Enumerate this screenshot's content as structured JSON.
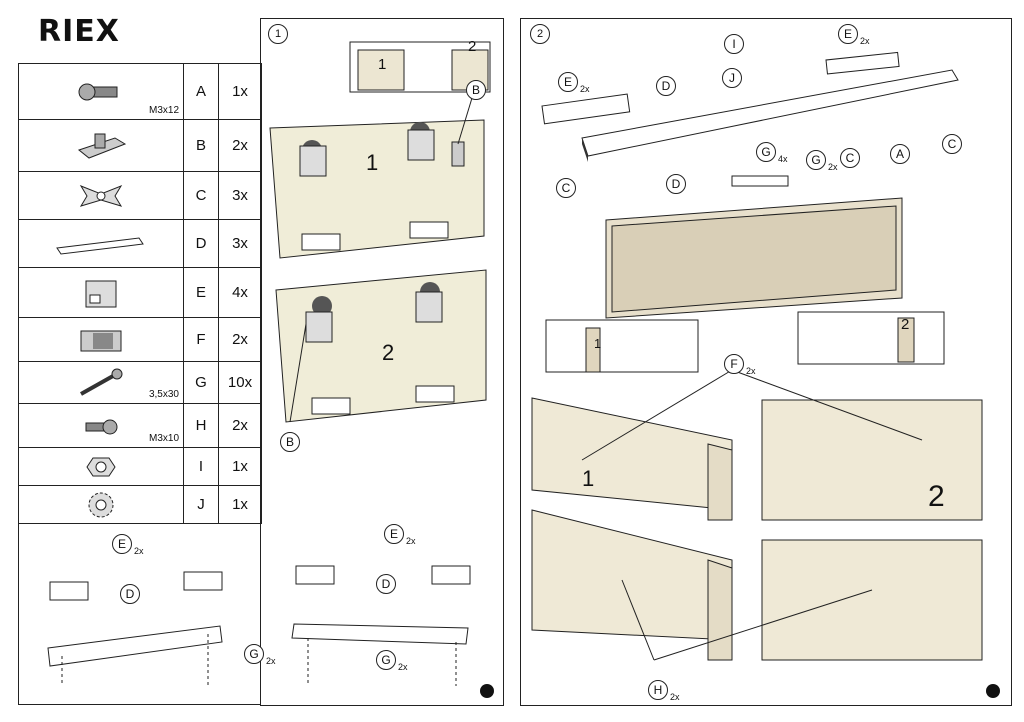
{
  "brand": {
    "logo": "RIEX"
  },
  "parts": [
    {
      "letter": "A",
      "qty": "1x",
      "spec": "M3x12",
      "icon": "machine-screw-icon"
    },
    {
      "letter": "B",
      "qty": "2x",
      "spec": "",
      "icon": "bracket-icon"
    },
    {
      "letter": "C",
      "qty": "3x",
      "spec": "",
      "icon": "clip-icon"
    },
    {
      "letter": "D",
      "qty": "3x",
      "spec": "",
      "icon": "plate-bar-icon"
    },
    {
      "letter": "E",
      "qty": "4x",
      "spec": "",
      "icon": "end-stop-icon"
    },
    {
      "letter": "F",
      "qty": "2x",
      "spec": "",
      "icon": "catch-icon"
    },
    {
      "letter": "G",
      "qty": "10x",
      "spec": "3,5x30",
      "icon": "wood-screw-icon"
    },
    {
      "letter": "H",
      "qty": "2x",
      "spec": "M3x10",
      "icon": "short-screw-icon"
    },
    {
      "letter": "I",
      "qty": "1x",
      "spec": "",
      "icon": "nut-icon"
    },
    {
      "letter": "J",
      "qty": "1x",
      "spec": "",
      "icon": "lock-washer-icon"
    }
  ],
  "steps": {
    "step1": "1",
    "step2": "2"
  },
  "panels": {
    "door1": "1",
    "door2": "2"
  },
  "callouts": {
    "e": "E",
    "d": "D",
    "g": "G",
    "b": "B",
    "i": "I",
    "j": "J",
    "c": "C",
    "a": "A",
    "f": "F",
    "h": "H"
  },
  "mults": {
    "x2": "2x",
    "x4": "4x"
  }
}
